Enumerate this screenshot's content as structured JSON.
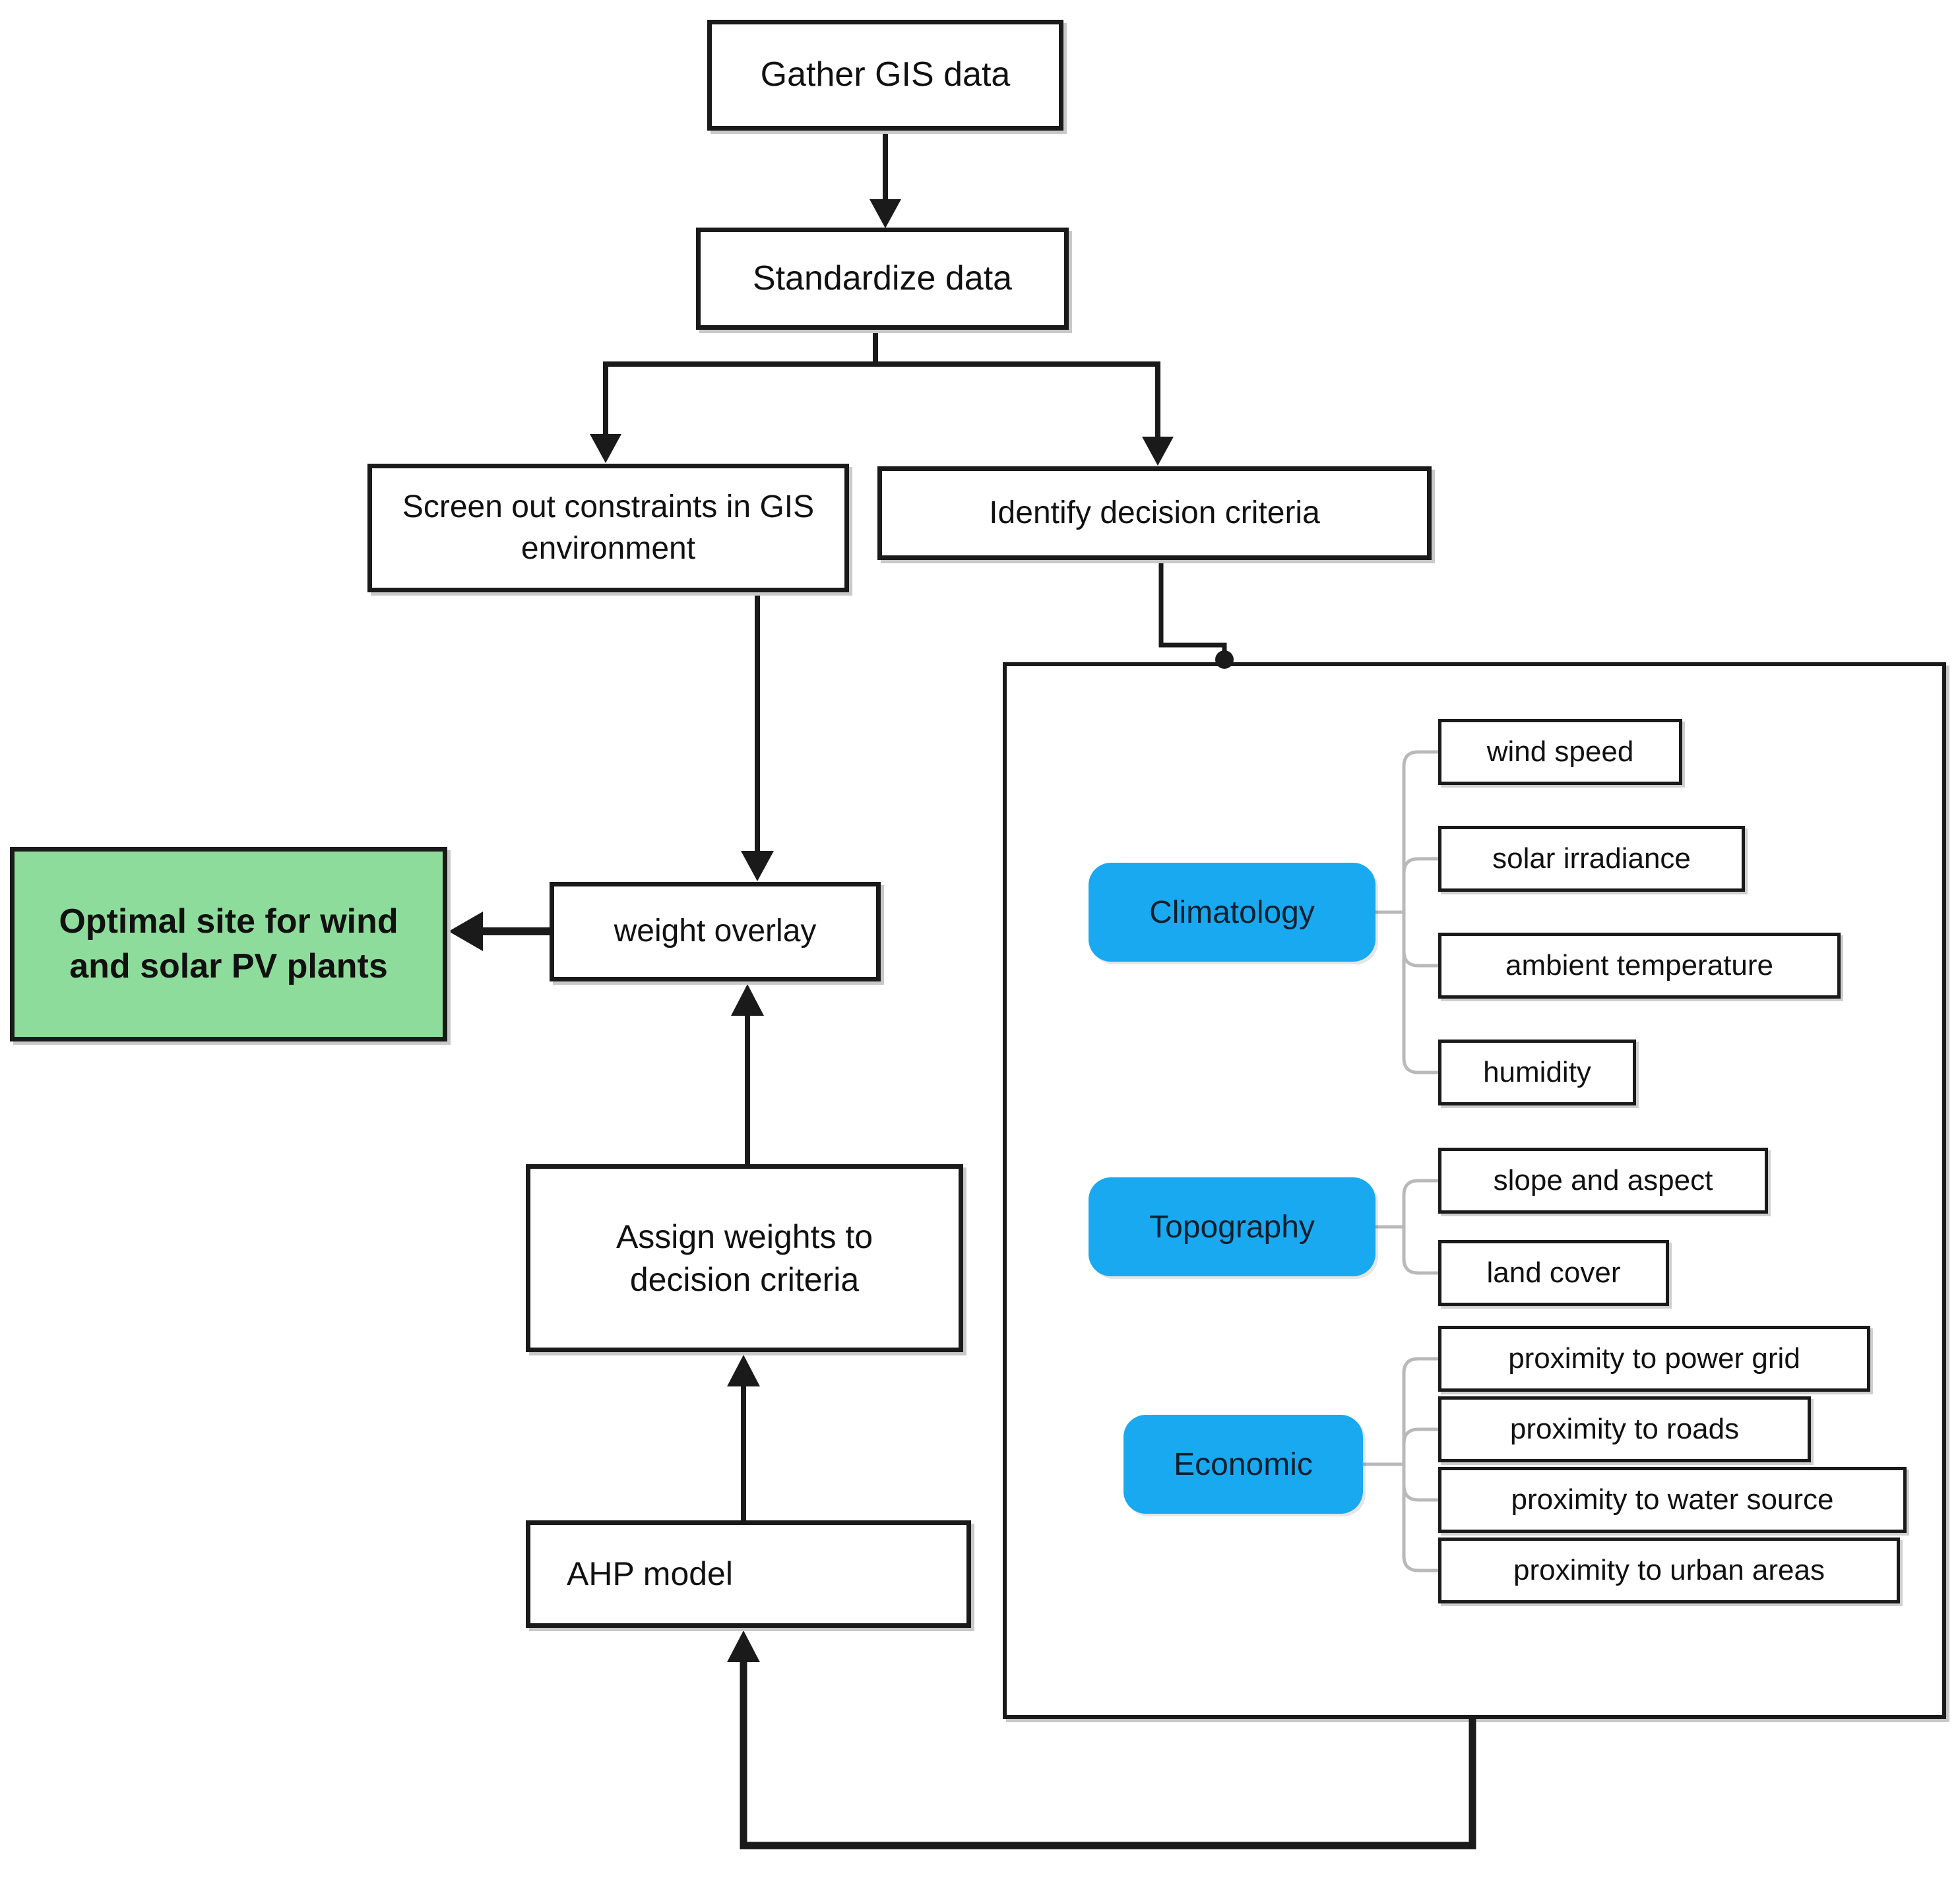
{
  "diagram": {
    "nodes": {
      "gather": "Gather GIS data",
      "standardize": "Standardize data",
      "screen_out": "Screen out constraints in GIS environment",
      "identify": "Identify decision criteria",
      "optimal": "Optimal site for wind and solar PV plants",
      "weight_overlay": "weight overlay",
      "assign_weights": "Assign weights to decision criteria",
      "ahp": "AHP model"
    },
    "criteria_groups": [
      {
        "label": "Climatology",
        "items": [
          "wind speed",
          "solar irradiance",
          "ambient temperature",
          "humidity"
        ]
      },
      {
        "label": "Topography",
        "items": [
          "slope and aspect",
          "land cover"
        ]
      },
      {
        "label": "Economic",
        "items": [
          "proximity to power grid",
          "proximity to roads",
          "proximity to water source",
          "proximity to urban areas"
        ]
      }
    ],
    "colors": {
      "category_blue": "#18a9f1",
      "result_green": "#8edc9b",
      "box_border": "#1a1a1a",
      "connector_gray": "#b9b9b9"
    }
  }
}
